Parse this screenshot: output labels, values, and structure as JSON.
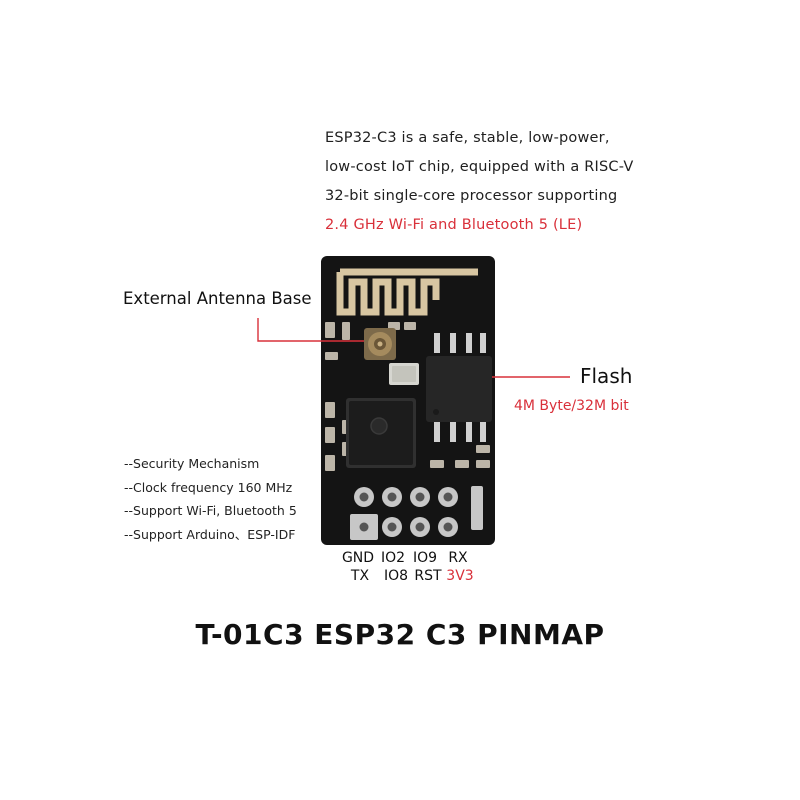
{
  "description": {
    "lines": [
      "ESP32-C3 is a safe, stable, low-power,",
      "low-cost IoT chip, equipped with a RISC-V",
      "32-bit single-core processor supporting"
    ],
    "highlight": "2.4 GHz Wi-Fi and Bluetooth 5 (LE)"
  },
  "callouts": {
    "antenna": "External Antenna Base",
    "flash": "Flash",
    "flash_size": "4M Byte/32M bit"
  },
  "features": [
    "--Security Mechanism",
    "--Clock frequency 160 MHz",
    "--Support Wi-Fi, Bluetooth 5",
    "--Support Arduino、ESP-IDF"
  ],
  "pins": {
    "top_row": [
      "GND",
      "IO2",
      "IO9",
      "RX"
    ],
    "bottom_row": [
      "TX",
      "IO8",
      "RST",
      "3V3"
    ]
  },
  "title": "T-01C3 ESP32 C3 PINMAP",
  "colors": {
    "accent_red": "#d9303a",
    "board": "#141414",
    "antenna_trace": "#d8c6a2",
    "connector": "#a58b5e"
  }
}
